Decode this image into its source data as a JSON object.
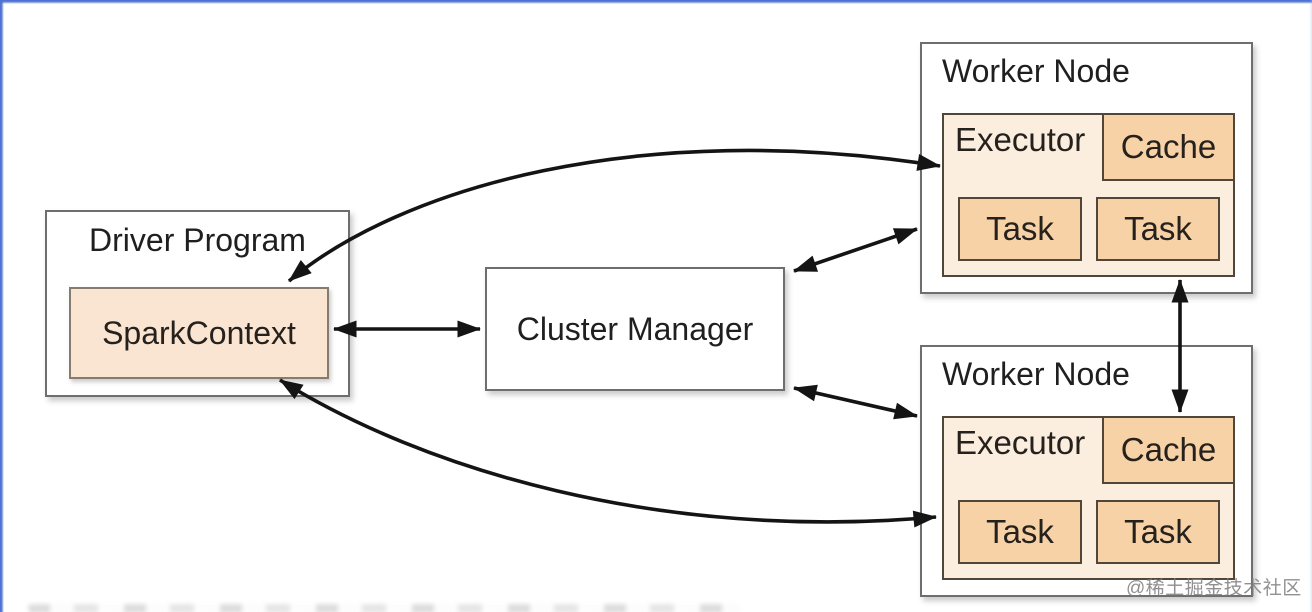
{
  "diagram": {
    "driver": {
      "title": "Driver Program",
      "spark_context_label": "SparkContext"
    },
    "cluster_manager": {
      "title": "Cluster Manager"
    },
    "workers": [
      {
        "title": "Worker Node",
        "executor_label": "Executor",
        "cache_label": "Cache",
        "tasks": [
          "Task",
          "Task"
        ]
      },
      {
        "title": "Worker Node",
        "executor_label": "Executor",
        "cache_label": "Cache",
        "tasks": [
          "Task",
          "Task"
        ]
      }
    ],
    "connections": [
      {
        "from": "SparkContext",
        "to": "Worker Node 1 Executor",
        "style": "curved",
        "bidirectional": true
      },
      {
        "from": "SparkContext",
        "to": "Cluster Manager",
        "style": "straight",
        "bidirectional": true
      },
      {
        "from": "Cluster Manager",
        "to": "Worker Node 1",
        "style": "straight",
        "bidirectional": true
      },
      {
        "from": "Cluster Manager",
        "to": "Worker Node 2",
        "style": "straight",
        "bidirectional": true
      },
      {
        "from": "SparkContext",
        "to": "Worker Node 2 Executor",
        "style": "curved",
        "bidirectional": true
      },
      {
        "from": "Worker Node 1 Executor",
        "to": "Worker Node 2 Cache",
        "style": "straight",
        "bidirectional": true
      }
    ],
    "watermark": "@稀土掘金技术社区",
    "colors": {
      "executor_fill": "#fbeede",
      "cache_task_fill": "#f6d2a6",
      "spark_context_fill": "#f9e5d2",
      "outer_border": "#6e6e6e",
      "inner_border": "#50463a",
      "arrow": "#141414",
      "frame_blue": "#4e72d2",
      "watermark_gray": "#7d7d7d"
    }
  }
}
